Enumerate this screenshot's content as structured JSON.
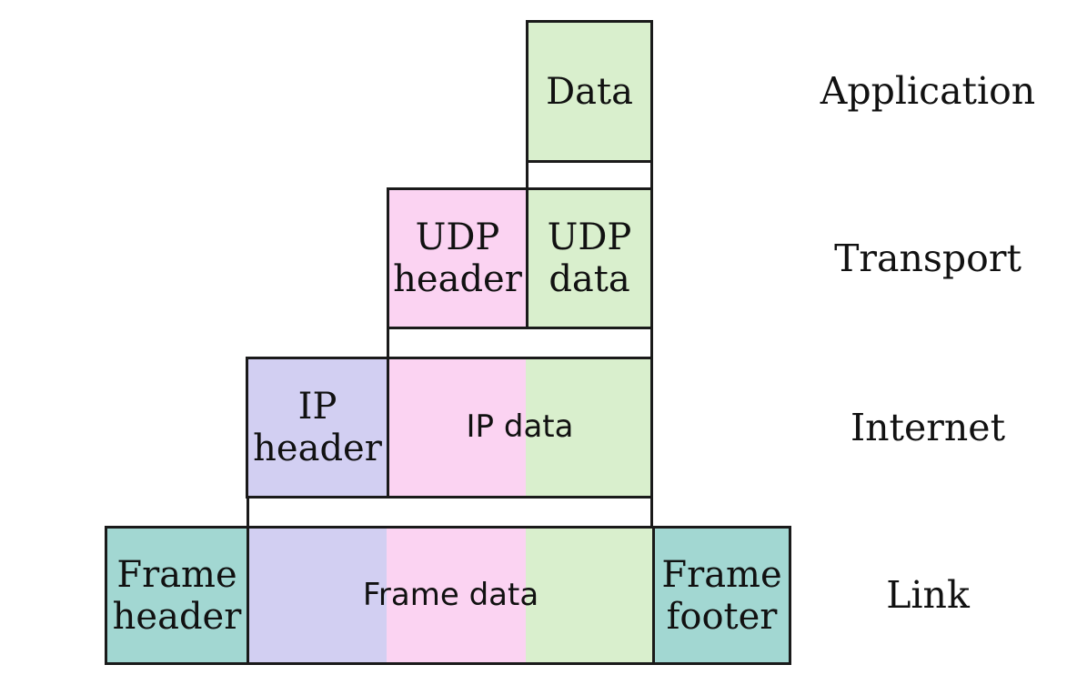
{
  "colors": {
    "green": "#d9efcd",
    "pink": "#fbd3f2",
    "lavender": "#d2cff2",
    "teal": "#a2d7d2",
    "line": "#1a1a1a",
    "text": "#111111",
    "background": "#ffffff"
  },
  "layers": [
    {
      "label": "Application",
      "boxes": [
        {
          "text": "Data"
        }
      ]
    },
    {
      "label": "Transport",
      "boxes": [
        {
          "text": "UDP header"
        },
        {
          "text": "UDP data"
        }
      ]
    },
    {
      "label": "Internet",
      "boxes": [
        {
          "text": "IP header"
        },
        {
          "text": "IP data"
        }
      ]
    },
    {
      "label": "Link",
      "boxes": [
        {
          "text": "Frame header"
        },
        {
          "text": "Frame data"
        },
        {
          "text": "Frame footer"
        }
      ]
    }
  ]
}
